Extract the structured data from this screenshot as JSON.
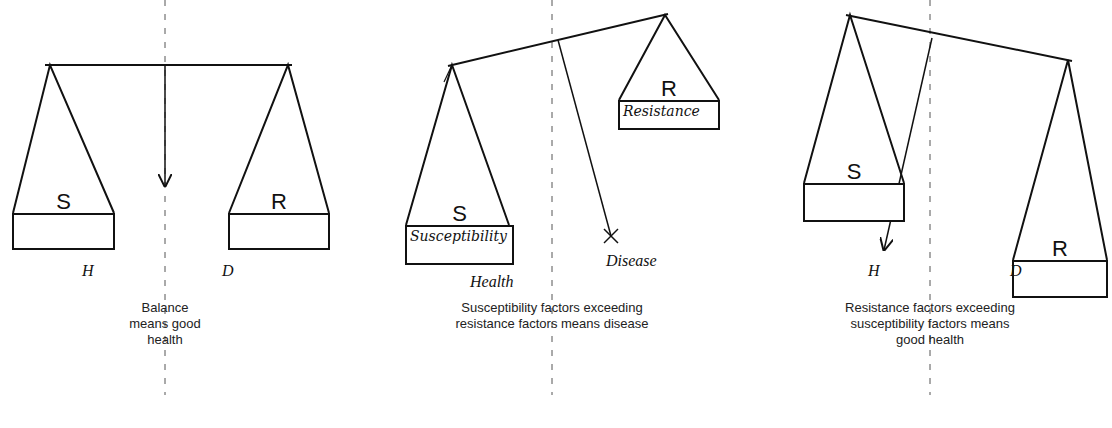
{
  "diagram": {
    "nodes": [
      {
        "text": [
          "S"
        ]
      },
      {
        "text": [
          "R"
        ]
      },
      {
        "text": [
          "S",
          "Susceptibility"
        ]
      },
      {
        "text": [
          "R",
          "Resistance"
        ]
      },
      {
        "text": [
          "S"
        ]
      },
      {
        "text": [
          "R"
        ]
      }
    ],
    "labels": [
      "H",
      "D",
      "Balance means good health",
      "Health",
      "Disease",
      "Susceptibility factors exceeding resistance factors means disease",
      "H",
      "D",
      "Resistance factors exceeding susceptibility factors means good health"
    ]
  }
}
